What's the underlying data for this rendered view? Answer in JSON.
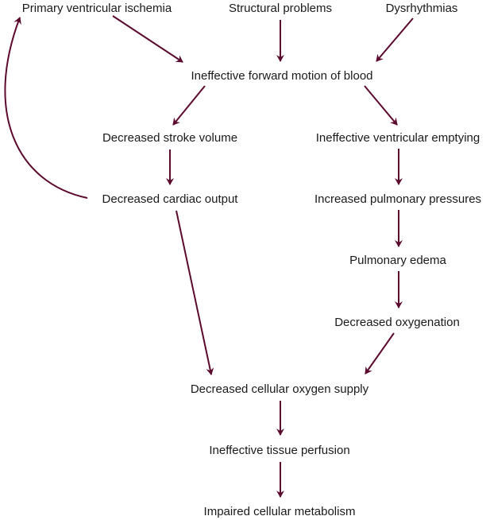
{
  "diagram": {
    "arrow_color": "#5c0a2e",
    "text_color": "#1a1a1a",
    "nodes": {
      "primary_ischemia": "Primary ventricular ischemia",
      "structural": "Structural problems",
      "dysrhythmias": "Dysrhythmias",
      "ineffective_forward": "Ineffective forward motion of blood",
      "decreased_stroke": "Decreased stroke volume",
      "ineffective_emptying": "Ineffective ventricular emptying",
      "decreased_cardiac": "Decreased cardiac output",
      "increased_pulmonary": "Increased pulmonary pressures",
      "pulmonary_edema": "Pulmonary edema",
      "decreased_oxygenation": "Decreased oxygenation",
      "decreased_cellular_o2": "Decreased cellular oxygen supply",
      "ineffective_perfusion": "Ineffective tissue perfusion",
      "impaired_metabolism": "Impaired cellular metabolism"
    },
    "edges": [
      {
        "from": "primary_ischemia",
        "to": "ineffective_forward"
      },
      {
        "from": "structural",
        "to": "ineffective_forward"
      },
      {
        "from": "dysrhythmias",
        "to": "ineffective_forward"
      },
      {
        "from": "ineffective_forward",
        "to": "decreased_stroke"
      },
      {
        "from": "ineffective_forward",
        "to": "ineffective_emptying"
      },
      {
        "from": "decreased_stroke",
        "to": "decreased_cardiac"
      },
      {
        "from": "decreased_cardiac",
        "to": "primary_ischemia"
      },
      {
        "from": "decreased_cardiac",
        "to": "decreased_cellular_o2"
      },
      {
        "from": "ineffective_emptying",
        "to": "increased_pulmonary"
      },
      {
        "from": "increased_pulmonary",
        "to": "pulmonary_edema"
      },
      {
        "from": "pulmonary_edema",
        "to": "decreased_oxygenation"
      },
      {
        "from": "decreased_oxygenation",
        "to": "decreased_cellular_o2"
      },
      {
        "from": "decreased_cellular_o2",
        "to": "ineffective_perfusion"
      },
      {
        "from": "ineffective_perfusion",
        "to": "impaired_metabolism"
      }
    ]
  }
}
